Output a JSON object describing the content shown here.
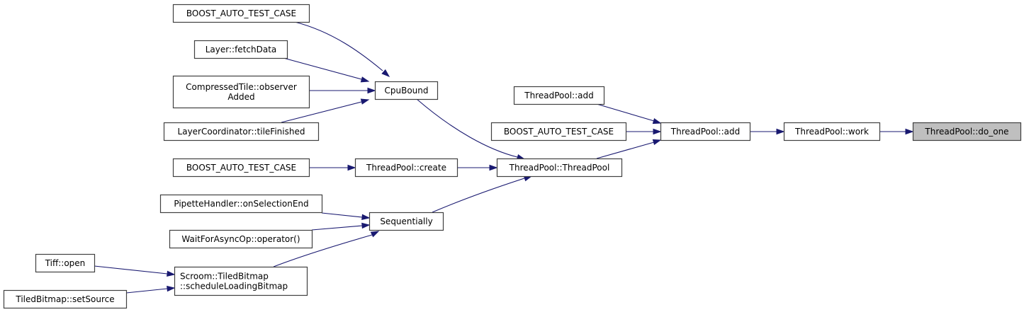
{
  "graph": {
    "type": "call-graph",
    "direction": "right-to-left callers",
    "colors": {
      "edge": "#191970",
      "node_border": "#404040",
      "node_fill": "#ffffff",
      "current_node_fill": "#bfbfbf"
    },
    "nodes": [
      {
        "id": "n_do_one",
        "label": [
          "ThreadPool::do_one"
        ],
        "current": true
      },
      {
        "id": "n_work",
        "label": [
          "ThreadPool::work"
        ]
      },
      {
        "id": "n_add_mid",
        "label": [
          "ThreadPool::add"
        ]
      },
      {
        "id": "n_add_top",
        "label": [
          "ThreadPool::add"
        ]
      },
      {
        "id": "n_boost_mid",
        "label": [
          "BOOST_AUTO_TEST_CASE"
        ]
      },
      {
        "id": "n_threadpool",
        "label": [
          "ThreadPool::ThreadPool"
        ]
      },
      {
        "id": "n_cpubound",
        "label": [
          "CpuBound"
        ]
      },
      {
        "id": "n_create",
        "label": [
          "ThreadPool::create"
        ]
      },
      {
        "id": "n_sequentially",
        "label": [
          "Sequentially"
        ]
      },
      {
        "id": "n_boost_top",
        "label": [
          "BOOST_AUTO_TEST_CASE"
        ]
      },
      {
        "id": "n_fetchdata",
        "label": [
          "Layer::fetchData"
        ]
      },
      {
        "id": "n_compressed",
        "label": [
          "CompressedTile::observer",
          "Added"
        ]
      },
      {
        "id": "n_layercoord",
        "label": [
          "LayerCoordinator::tileFinished"
        ]
      },
      {
        "id": "n_boost_create",
        "label": [
          "BOOST_AUTO_TEST_CASE"
        ]
      },
      {
        "id": "n_pipette",
        "label": [
          "PipetteHandler::onSelectionEnd"
        ]
      },
      {
        "id": "n_waitfor",
        "label": [
          "WaitForAsyncOp::operator()"
        ]
      },
      {
        "id": "n_scroom",
        "label": [
          "Scroom::TiledBitmap",
          "::scheduleLoadingBitmap"
        ]
      },
      {
        "id": "n_tiff",
        "label": [
          "Tiff::open"
        ]
      },
      {
        "id": "n_setsource",
        "label": [
          "TiledBitmap::setSource"
        ]
      }
    ],
    "edges": [
      {
        "from": "n_work",
        "to": "n_do_one"
      },
      {
        "from": "n_add_mid",
        "to": "n_work"
      },
      {
        "from": "n_add_top",
        "to": "n_add_mid"
      },
      {
        "from": "n_boost_mid",
        "to": "n_add_mid"
      },
      {
        "from": "n_threadpool",
        "to": "n_add_mid"
      },
      {
        "from": "n_cpubound",
        "to": "n_threadpool"
      },
      {
        "from": "n_create",
        "to": "n_threadpool"
      },
      {
        "from": "n_sequentially",
        "to": "n_threadpool"
      },
      {
        "from": "n_boost_top",
        "to": "n_cpubound"
      },
      {
        "from": "n_fetchdata",
        "to": "n_cpubound"
      },
      {
        "from": "n_compressed",
        "to": "n_cpubound"
      },
      {
        "from": "n_layercoord",
        "to": "n_cpubound"
      },
      {
        "from": "n_boost_create",
        "to": "n_create"
      },
      {
        "from": "n_pipette",
        "to": "n_sequentially"
      },
      {
        "from": "n_waitfor",
        "to": "n_sequentially"
      },
      {
        "from": "n_scroom",
        "to": "n_sequentially"
      },
      {
        "from": "n_tiff",
        "to": "n_scroom"
      },
      {
        "from": "n_setsource",
        "to": "n_scroom"
      }
    ]
  }
}
